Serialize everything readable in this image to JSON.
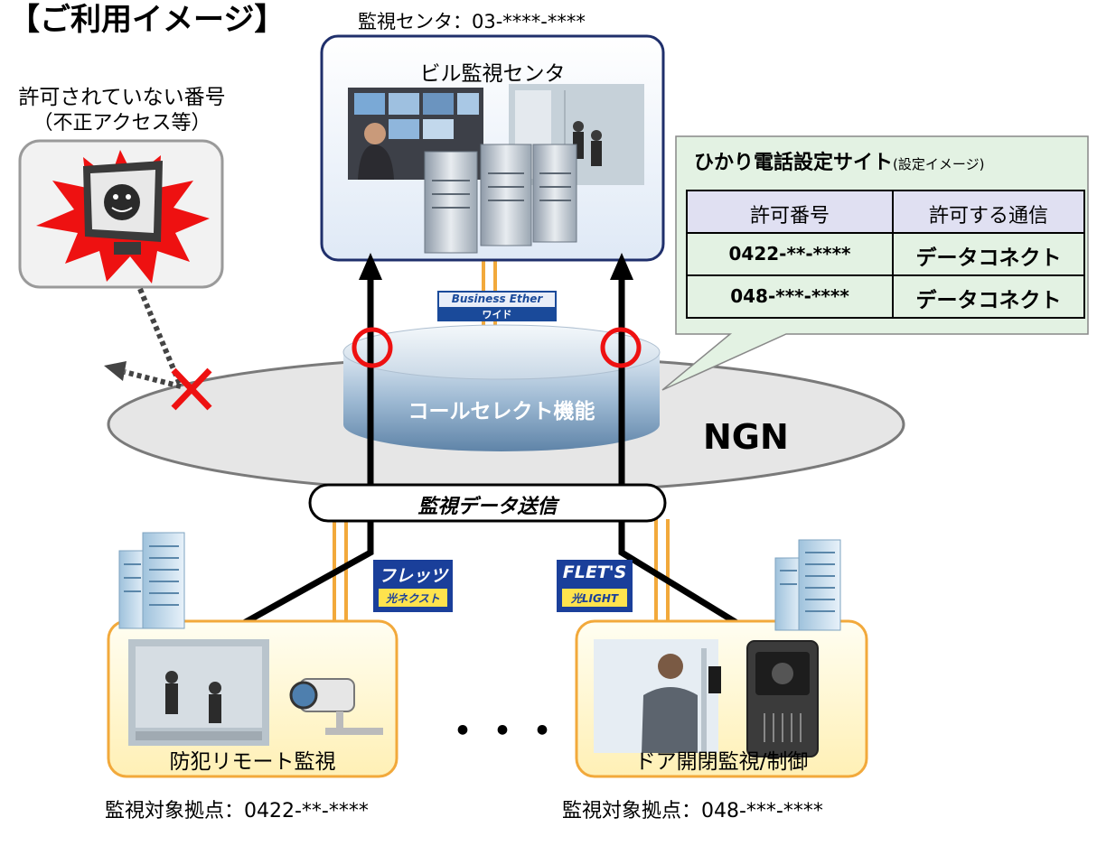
{
  "page_title": "【ご利用イメージ】",
  "center": {
    "number_label": "監視センタ：03-****-****",
    "name": "ビル監視センタ"
  },
  "unauthorized": {
    "line1": "許可されていない番号",
    "line2": "（不正アクセス等）"
  },
  "settings_site": {
    "title": "ひかり電話設定サイト",
    "subtitle": "(設定イメージ)",
    "headers": [
      "許可番号",
      "許可する通信"
    ],
    "rows": [
      [
        "0422-**-****",
        "データコネクト"
      ],
      [
        "048-***-****",
        "データコネクト"
      ]
    ]
  },
  "business_ether": {
    "line1": "Business Ether",
    "line2": "ワイド"
  },
  "call_select": "コールセレクト機能",
  "ngn": "NGN",
  "transmission": "監視データ送信",
  "flets_next": {
    "line1": "フレッツ",
    "line2": "光ネクスト"
  },
  "flets_light": {
    "line1": "FLET'S",
    "line2": "光LIGHT"
  },
  "ellipsis": "・・・",
  "left_site": {
    "name": "防犯リモート監視",
    "caption": "監視対象拠点：0422-**-****"
  },
  "right_site": {
    "name": "ドア開閉監視/制御",
    "caption": "監視対象拠点：048-***-****"
  },
  "colors": {
    "center_border": "#1f2f6b",
    "orange": "#f2a93b",
    "site_fill": "#fff7cc",
    "table_header": "#e0e0f2",
    "callout_fill": "#e3f2e3",
    "red": "#ee1111",
    "ngn_fill": "#e6e6e6"
  }
}
